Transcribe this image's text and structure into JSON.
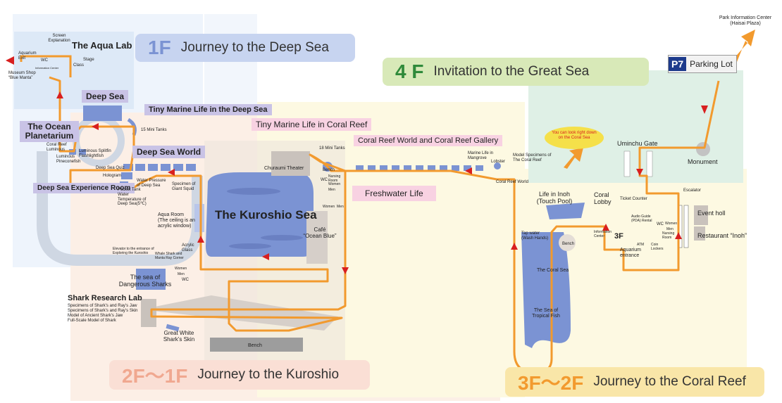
{
  "bands": {
    "f1": {
      "num": "1F",
      "text": "Journey to the Deep Sea"
    },
    "f4": {
      "num": "4 F",
      "text": "Invitation to the Great Sea"
    },
    "f2": {
      "num": "2F〜1F",
      "text": "Journey to the Kuroshio"
    },
    "f3": {
      "num": "3F〜2F",
      "text": "Journey to the Coral Reef"
    }
  },
  "colors": {
    "route": "#f29a2e",
    "tank": "#7b93d3",
    "f1_band": "#c7d4f0",
    "f4_band": "#d8e9b8",
    "f2_band": "#fadfd5",
    "f3_band": "#f9e6a8",
    "aqua_lab_zone": "#dde9f7",
    "ocean_zone": "#eef4fc",
    "kuroshio_zone": "#fcefe6",
    "coral_zone": "#fdf9e2",
    "outdoor_zone": "#dff0e6"
  },
  "parking": {
    "badge": "P7",
    "label": "Parking Lot"
  },
  "park_info": {
    "line1": "Park Information Center",
    "line2": "(Haisai Plaza)"
  },
  "zones": {
    "aqua_lab": "The Aqua Lab",
    "deep_sea": "Deep Sea",
    "tiny_deep": "Tiny Marine Life in the Deep Sea",
    "planetarium": "The Ocean Planetarium",
    "deep_sea_world": "Deep Sea World",
    "deep_sea_exp": "Deep Sea Experience Room",
    "tiny_coral": "Tiny Marine Life in Coral Reef",
    "coral_world": "Coral Reef World and Coral Reef Gallery",
    "freshwater": "Freshwater Life",
    "kuroshio_sea": "The Kuroshio Sea"
  },
  "labels": {
    "screen_exp": "Screen Explanation",
    "aquarium_exit": "Aquarium Exit",
    "wc": "WC",
    "stage": "Stage",
    "class": "Class",
    "info_center": "Information Center",
    "museum_shop": "Museum Shop “Blue Manta”",
    "mini15": "15 Mini Tanks",
    "coral_reef_luminous": "Coral Reef Luminous",
    "luminous_splitfin": "Luminous Splitfin Flashlightfish",
    "luminous_pinecone": "Luminous Pineconefish",
    "deep_sea_quiz": "Deep Sea Quiz",
    "hologram": "Hologram",
    "water_pressure": "Water Pressure of Deep Sea",
    "pocket_tank": "Pocket Tank",
    "water_temp": "Water Temperature of Deep Sea(5℃)",
    "giant_squid": "Specimen of Giant Squid",
    "aqua_room": "Aqua Room",
    "aqua_room_note": "(The ceiling is an acrylic window)",
    "elevator": "Elevator to the entrance of Exploring the Kuroshio",
    "whale_corner": "Whale Shark and Manta Ray Corner",
    "acrylic_glass": "Acrylic Glass",
    "women": "Women",
    "men": "Men",
    "dangerous": "The sea of Dangerous Sharks",
    "shark_lab": "Shark Research Lab",
    "shark_s1": "Specimens of Shark’s and Ray’s Jaw",
    "shark_s2": "Specimens of Shark’s and Ray’s Skin",
    "shark_s3": "Model of Ancient Shark’s Jaw",
    "shark_s4": "Full-Scale Model of Shark",
    "white_shark": "Great White Shark’s Skin",
    "bench": "Bench",
    "churaumi_theater": "Churaumi Theater",
    "mini18": "18 Mini Tanks",
    "nursing_room": "Nursing Room",
    "cafe": "Café",
    "cafe_name": "“Ocean Blue”",
    "marine_mangrove": "Marine Life in Mangrove",
    "lobster": "Lobster",
    "model_coral": "Model Specimens of The Coral Reef",
    "coral_reef_world": "Coral Reef World",
    "look_down": "You can look right down on the Coral Sea",
    "uminchu_gate": "Uminchu Gate",
    "monument": "Monument",
    "escalator": "Escalator",
    "event_hall": "Event holl",
    "restaurant": "Restaurant “Inoh”",
    "life_inoh": "Life in Inoh",
    "touch_pool": "(Touch Pool)",
    "coral_lobby": "Coral Lobby",
    "ticket_counter": "Ticket Counter",
    "audio_guide": "Audio Guide (PDA) Rental",
    "tap_water": "Tap water (Wash Hands)",
    "f3": "3F",
    "aquarium_entrance": "Aquarium entrance",
    "atm": "ATM",
    "coin_lockers": "Coin Lockers",
    "coral_sea": "The Coral Sea",
    "tropical_fish": "The Sea of Tropical Fish"
  }
}
